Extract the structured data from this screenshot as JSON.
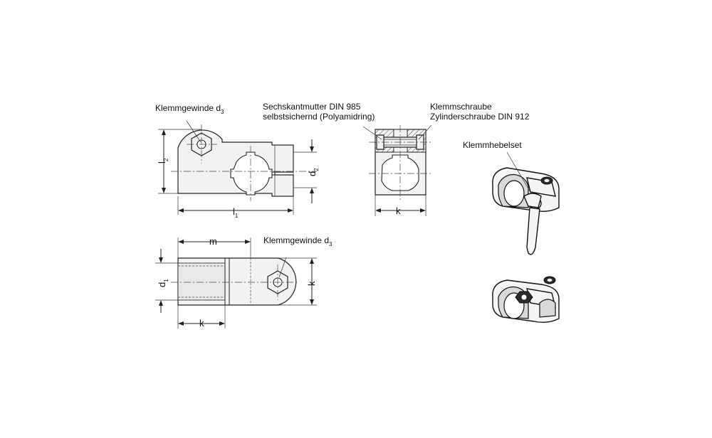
{
  "labels": {
    "klemmgewinde_top": {
      "text": "Klemmgewinde d",
      "sub": "3"
    },
    "sechskantmutter_line1": "Sechskantmutter DIN 985",
    "sechskantmutter_line2": "selbstsichernd (Polyamidring)",
    "klemmschraube_line1": "Klemmschraube",
    "klemmschraube_line2": "Zylinderschraube DIN 912",
    "klemmhebelset": "Klemmhebelset",
    "klemmgewinde_bottom": {
      "text": "Klemmgewinde d",
      "sub": "3"
    }
  },
  "dimensions": {
    "l2": {
      "text": "l",
      "sub": "2"
    },
    "d2": {
      "text": "d",
      "sub": "2"
    },
    "l1": {
      "text": "l",
      "sub": "1"
    },
    "k_section": "k",
    "m": "m",
    "d1": {
      "text": "d",
      "sub": "1"
    },
    "k_right": "k",
    "k_bottom": "k"
  }
}
